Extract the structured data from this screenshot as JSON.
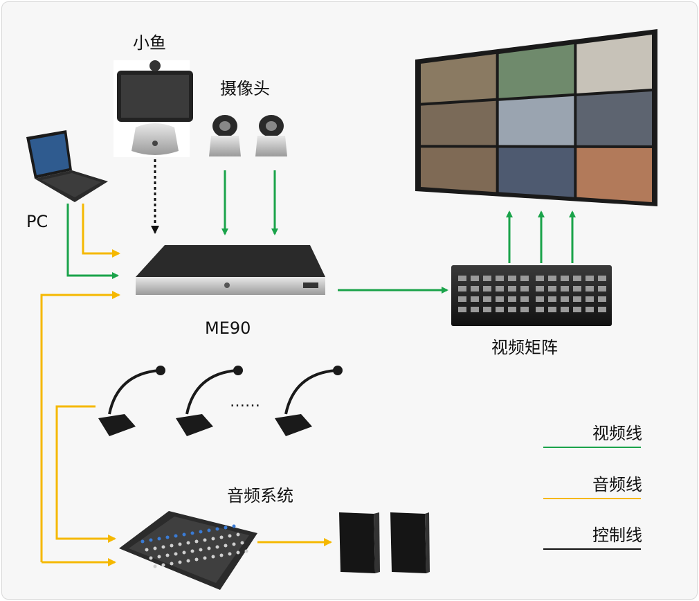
{
  "labels": {
    "xiaoyu": "小鱼",
    "camera": "摄像头",
    "pc": "PC",
    "me90": "ME90",
    "matrix": "视频矩阵",
    "mic_dots": "……",
    "audio_system": "音频系统"
  },
  "legend": [
    {
      "label": "视频线",
      "color": "#1aa34a"
    },
    {
      "label": "音频线",
      "color": "#f5b800"
    },
    {
      "label": "控制线",
      "color": "#111111"
    }
  ],
  "colors": {
    "video_line": "#1aa34a",
    "audio_line": "#f5b800",
    "control_line": "#111111"
  }
}
